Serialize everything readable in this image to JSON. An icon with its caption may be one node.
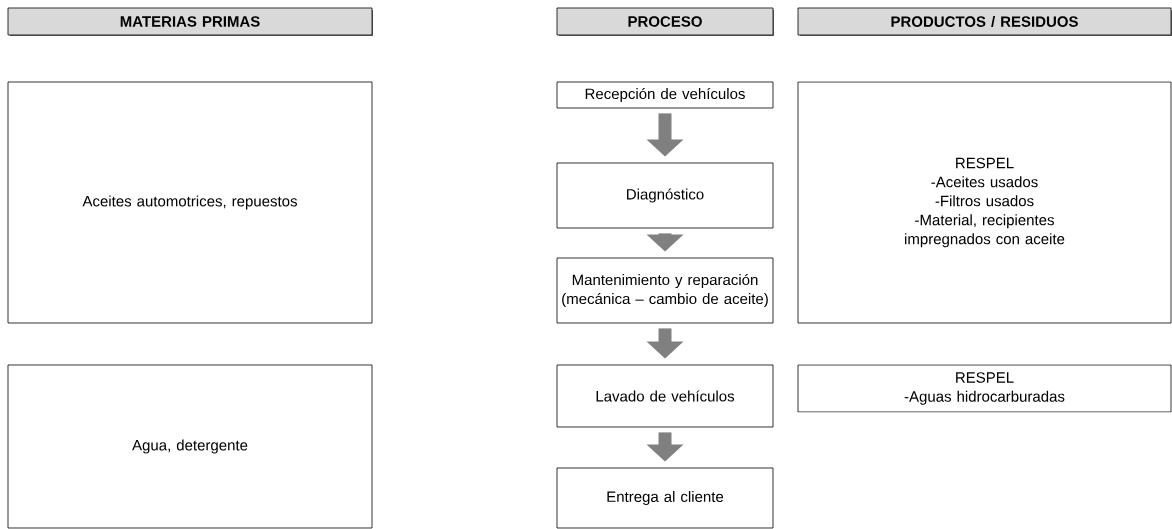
{
  "diagram": {
    "nodes": [
      {
        "text": [
          "MATERIAS PRIMAS"
        ]
      },
      {
        "text": [
          "PROCESO"
        ]
      },
      {
        "text": [
          "PRODUCTOS / RESIDUOS"
        ]
      },
      {
        "text": [
          "Aceites automotrices, repuestos"
        ]
      },
      {
        "text": [
          "Recepción de vehículos"
        ]
      },
      {
        "text": [
          "RESPEL",
          "-Aceites usados",
          "-Filtros usados",
          "-Material, recipientes impregnados con aceite"
        ]
      },
      {
        "text": [
          "Diagnóstico"
        ]
      },
      {
        "text": [
          "Mantenimiento y reparación (mecánica – cambio de aceite)"
        ]
      },
      {
        "text": [
          "Agua, detergente"
        ]
      },
      {
        "text": [
          "Lavado de vehículos"
        ]
      },
      {
        "text": [
          "RESPEL",
          "-Aguas hidrocarburadas"
        ]
      },
      {
        "text": [
          "Entrega al cliente"
        ]
      }
    ],
    "edges": [
      {
        "from": 4,
        "to": 6,
        "arrow": "to"
      },
      {
        "from": 6,
        "to": 7,
        "arrow": "to"
      },
      {
        "from": 7,
        "to": 9,
        "arrow": "to"
      },
      {
        "from": 9,
        "to": 11,
        "arrow": "to"
      }
    ]
  }
}
